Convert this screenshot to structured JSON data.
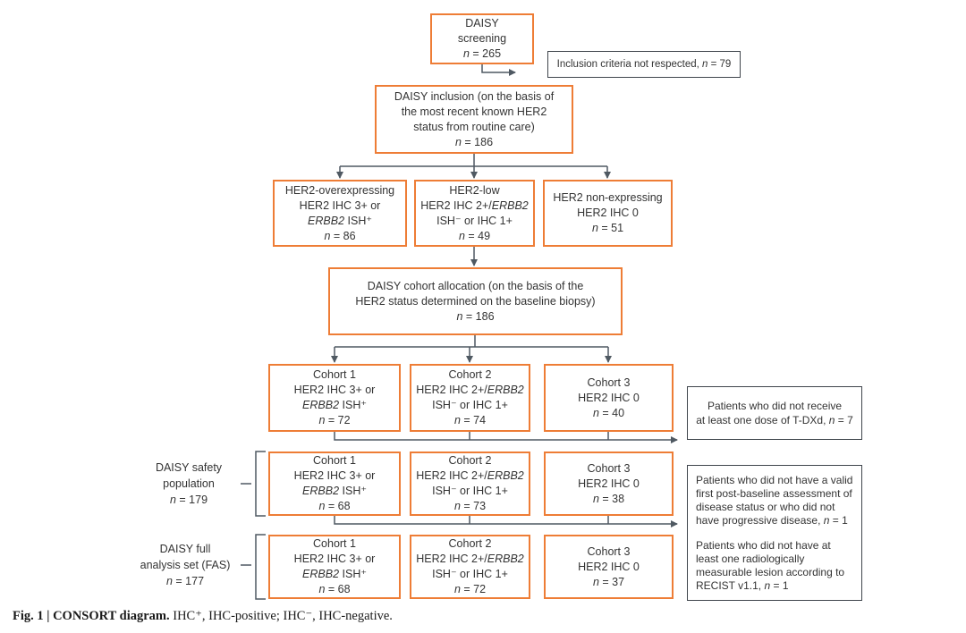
{
  "colors": {
    "box_orange": "#ee7d36",
    "box_dark": "#3f454c",
    "line": "#4f5962",
    "text": "#333333"
  },
  "flow": {
    "screening": {
      "lines": [
        "DAISY",
        "screening",
        "*n* = 265"
      ]
    },
    "inclusion_criteria": {
      "lines": [
        "Inclusion criteria not respected, *n* = 79"
      ]
    },
    "inclusion": {
      "lines": [
        "DAISY inclusion (on the basis of",
        "the most recent known HER2",
        "status from routine care)",
        "*n* = 186"
      ]
    },
    "her2_over": {
      "lines": [
        "HER2-overexpressing",
        "HER2 IHC 3+ or",
        "*ERBB2* ISH⁺",
        "*n* = 86"
      ]
    },
    "her2_low": {
      "lines": [
        "HER2-low",
        "HER2 IHC 2+/*ERBB2*",
        "ISH⁻ or IHC 1+",
        "*n* = 49"
      ]
    },
    "her2_non": {
      "lines": [
        "HER2 non-expressing",
        "HER2 IHC 0",
        "*n* = 51"
      ]
    },
    "allocation": {
      "lines": [
        "DAISY cohort allocation (on the basis of the",
        "HER2 status determined on the baseline biopsy)",
        "*n* = 186"
      ]
    },
    "alloc_c1": {
      "lines": [
        "Cohort 1",
        "HER2 IHC 3+ or",
        "*ERBB2* ISH⁺",
        "*n* = 72"
      ]
    },
    "alloc_c2": {
      "lines": [
        "Cohort 2",
        "HER2 IHC 2+/*ERBB2*",
        "ISH⁻ or IHC 1+",
        "*n* = 74"
      ]
    },
    "alloc_c3": {
      "lines": [
        "Cohort 3",
        "HER2 IHC 0",
        "*n* = 40"
      ]
    },
    "tdxd_exclusion": {
      "lines": [
        "Patients who did not receive",
        "at least one dose of T-DXd, *n* = 7"
      ]
    },
    "safety_label": {
      "lines": [
        "DAISY safety",
        "population",
        "*n* = 179"
      ]
    },
    "safety_c1": {
      "lines": [
        "Cohort 1",
        "HER2 IHC 3+ or",
        "*ERBB2* ISH⁺",
        "*n* = 68"
      ]
    },
    "safety_c2": {
      "lines": [
        "Cohort 2",
        "HER2 IHC 2+/*ERBB2*",
        "ISH⁻ or IHC 1+",
        "*n* = 73"
      ]
    },
    "safety_c3": {
      "lines": [
        "Cohort 3",
        "HER2 IHC 0",
        "*n* = 38"
      ]
    },
    "fas_exclusions": {
      "lines": [
        "Patients who did not have a valid first post-baseline assessment of disease status or who did not have progressive disease, *n* = 1",
        "Patients who did not have at least one radiologically measurable lesion according to RECIST v1.1, *n* = 1"
      ]
    },
    "fas_label": {
      "lines": [
        "DAISY full",
        "analysis set (FAS)",
        "*n* = 177"
      ]
    },
    "fas_c1": {
      "lines": [
        "Cohort 1",
        "HER2 IHC 3+ or",
        "*ERBB2* ISH⁺",
        "*n* = 68"
      ]
    },
    "fas_c2": {
      "lines": [
        "Cohort 2",
        "HER2 IHC 2+/*ERBB2*",
        "ISH⁻ or IHC 1+",
        "*n* = 72"
      ]
    },
    "fas_c3": {
      "lines": [
        "Cohort 3",
        "HER2 IHC 0",
        "*n* = 37"
      ]
    }
  },
  "caption": {
    "bold": "Fig. 1 | CONSORT diagram.",
    "rest": " IHC⁺, IHC-positive; IHC⁻, IHC-negative."
  }
}
